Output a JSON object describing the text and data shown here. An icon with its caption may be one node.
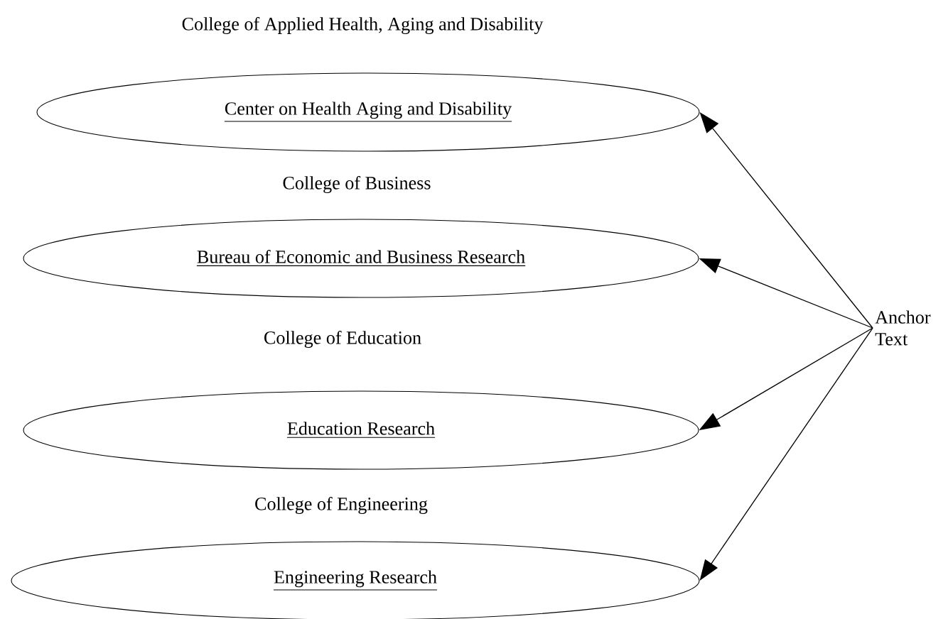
{
  "diagram": {
    "nodes": [
      {
        "text": [
          "Center on Health Aging and Disability"
        ]
      },
      {
        "text": [
          "Bureau of Economic and Business Research"
        ]
      },
      {
        "text": [
          "Education Research"
        ]
      },
      {
        "text": [
          "Engineering Research"
        ]
      },
      {
        "text": [
          "Anchor Text"
        ]
      }
    ],
    "edges": [
      {
        "from": 4,
        "to": 0,
        "arrow": "to"
      },
      {
        "from": 4,
        "to": 1,
        "arrow": "to"
      },
      {
        "from": 4,
        "to": 2,
        "arrow": "to"
      },
      {
        "from": 4,
        "to": 3,
        "arrow": "to"
      }
    ],
    "labels": [
      "College of Applied Health, Aging and Disability",
      "College of Business",
      "College of Education",
      "College of Engineering"
    ]
  }
}
